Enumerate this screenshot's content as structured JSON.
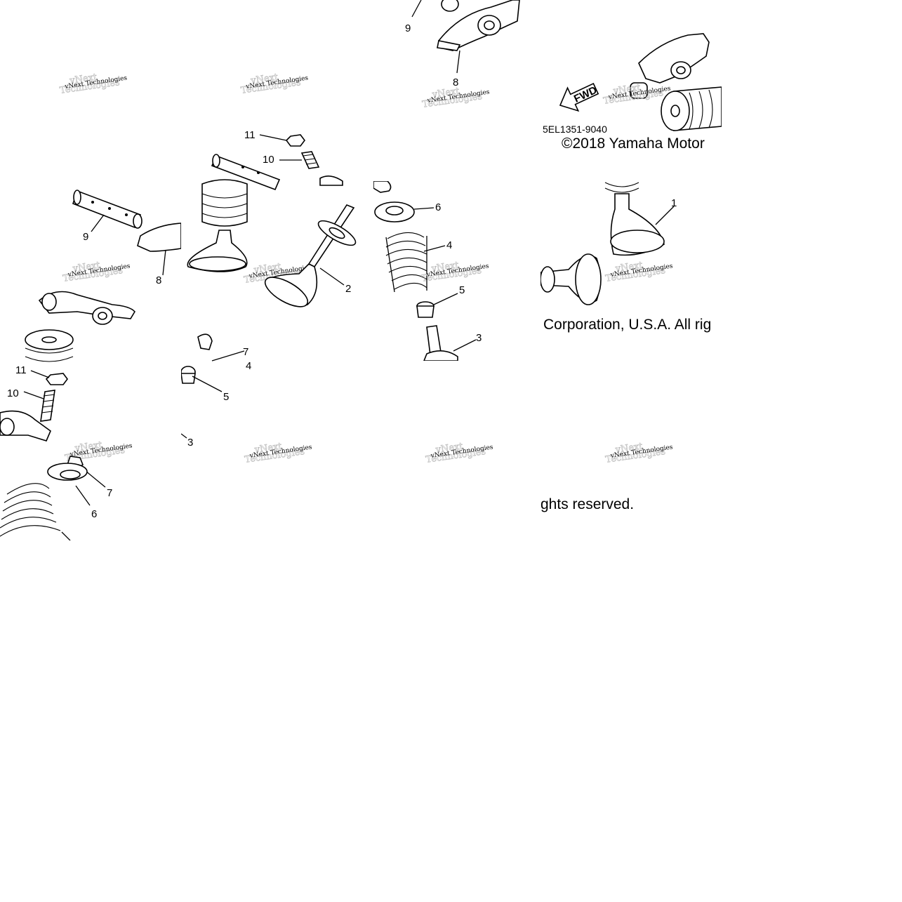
{
  "diagram": {
    "part_code": "5EL1351-9040",
    "copyright_line_1": "©2018 Yamaha Motor",
    "copyright_line_2": "Corporation, U.S.A. All rig",
    "copyright_line_3": "ghts reserved.",
    "fwd_label": "FWD",
    "watermark_text": "vNext Technologies",
    "callouts": {
      "c1": "1",
      "c2": "2",
      "c3": "3",
      "c4": "4",
      "c5": "5",
      "c6": "6",
      "c7": "7",
      "c8": "8",
      "c9": "9",
      "c10": "10",
      "c11": "11"
    }
  }
}
